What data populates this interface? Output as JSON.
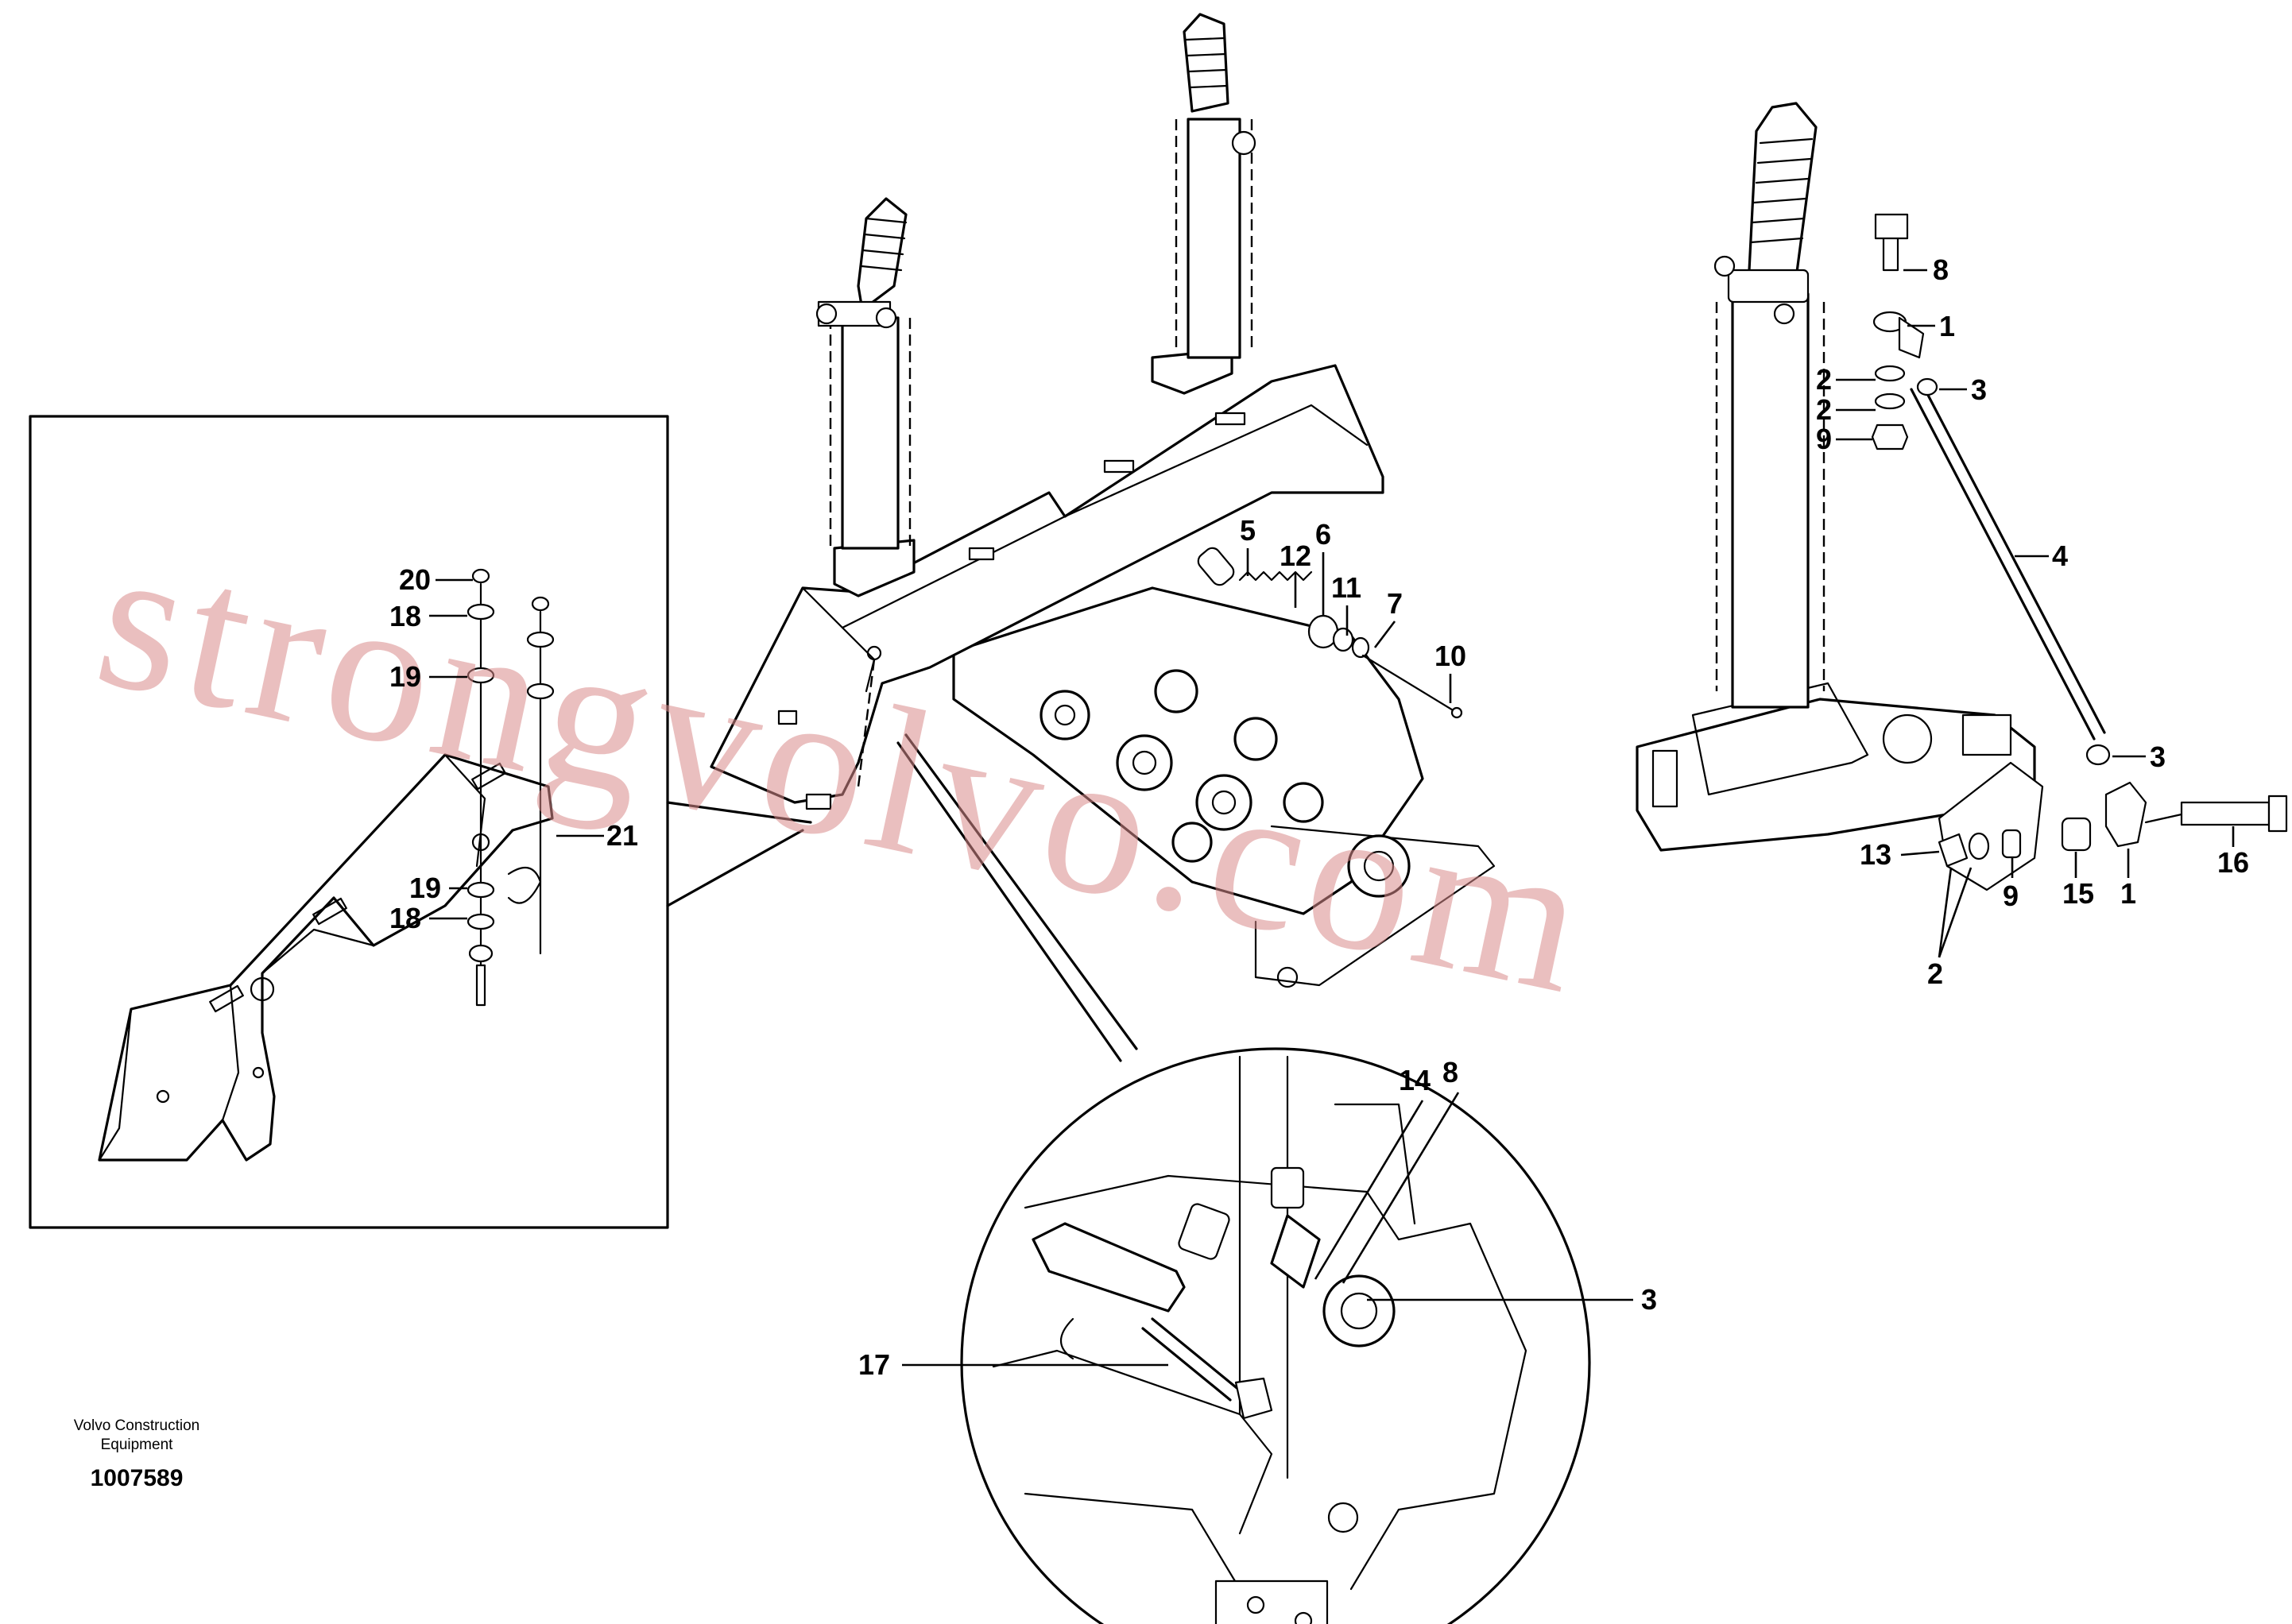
{
  "caption": {
    "line1": "Volvo Construction",
    "line2": "Equipment",
    "number": "1007589"
  },
  "watermark": "strongvolvo.com",
  "callouts": {
    "c1a": "1",
    "c1b": "1",
    "c2a": "2",
    "c2b": "2",
    "c2c": "2",
    "c3a": "3",
    "c3b": "3",
    "c3c": "3",
    "c4": "4",
    "c5": "5",
    "c6": "6",
    "c7": "7",
    "c8": "8",
    "c8b": "8",
    "c9a": "9",
    "c9b": "9",
    "c10": "10",
    "c11": "11",
    "c12": "12",
    "c13": "13",
    "c14": "14",
    "c15": "15",
    "c16": "16",
    "c17": "17",
    "c18a": "18",
    "c18b": "18",
    "c19a": "19",
    "c19b": "19",
    "c20": "20",
    "c21": "21"
  },
  "colors": {
    "line": "#000000",
    "watermark": "#d88a8a",
    "background": "#ffffff"
  }
}
